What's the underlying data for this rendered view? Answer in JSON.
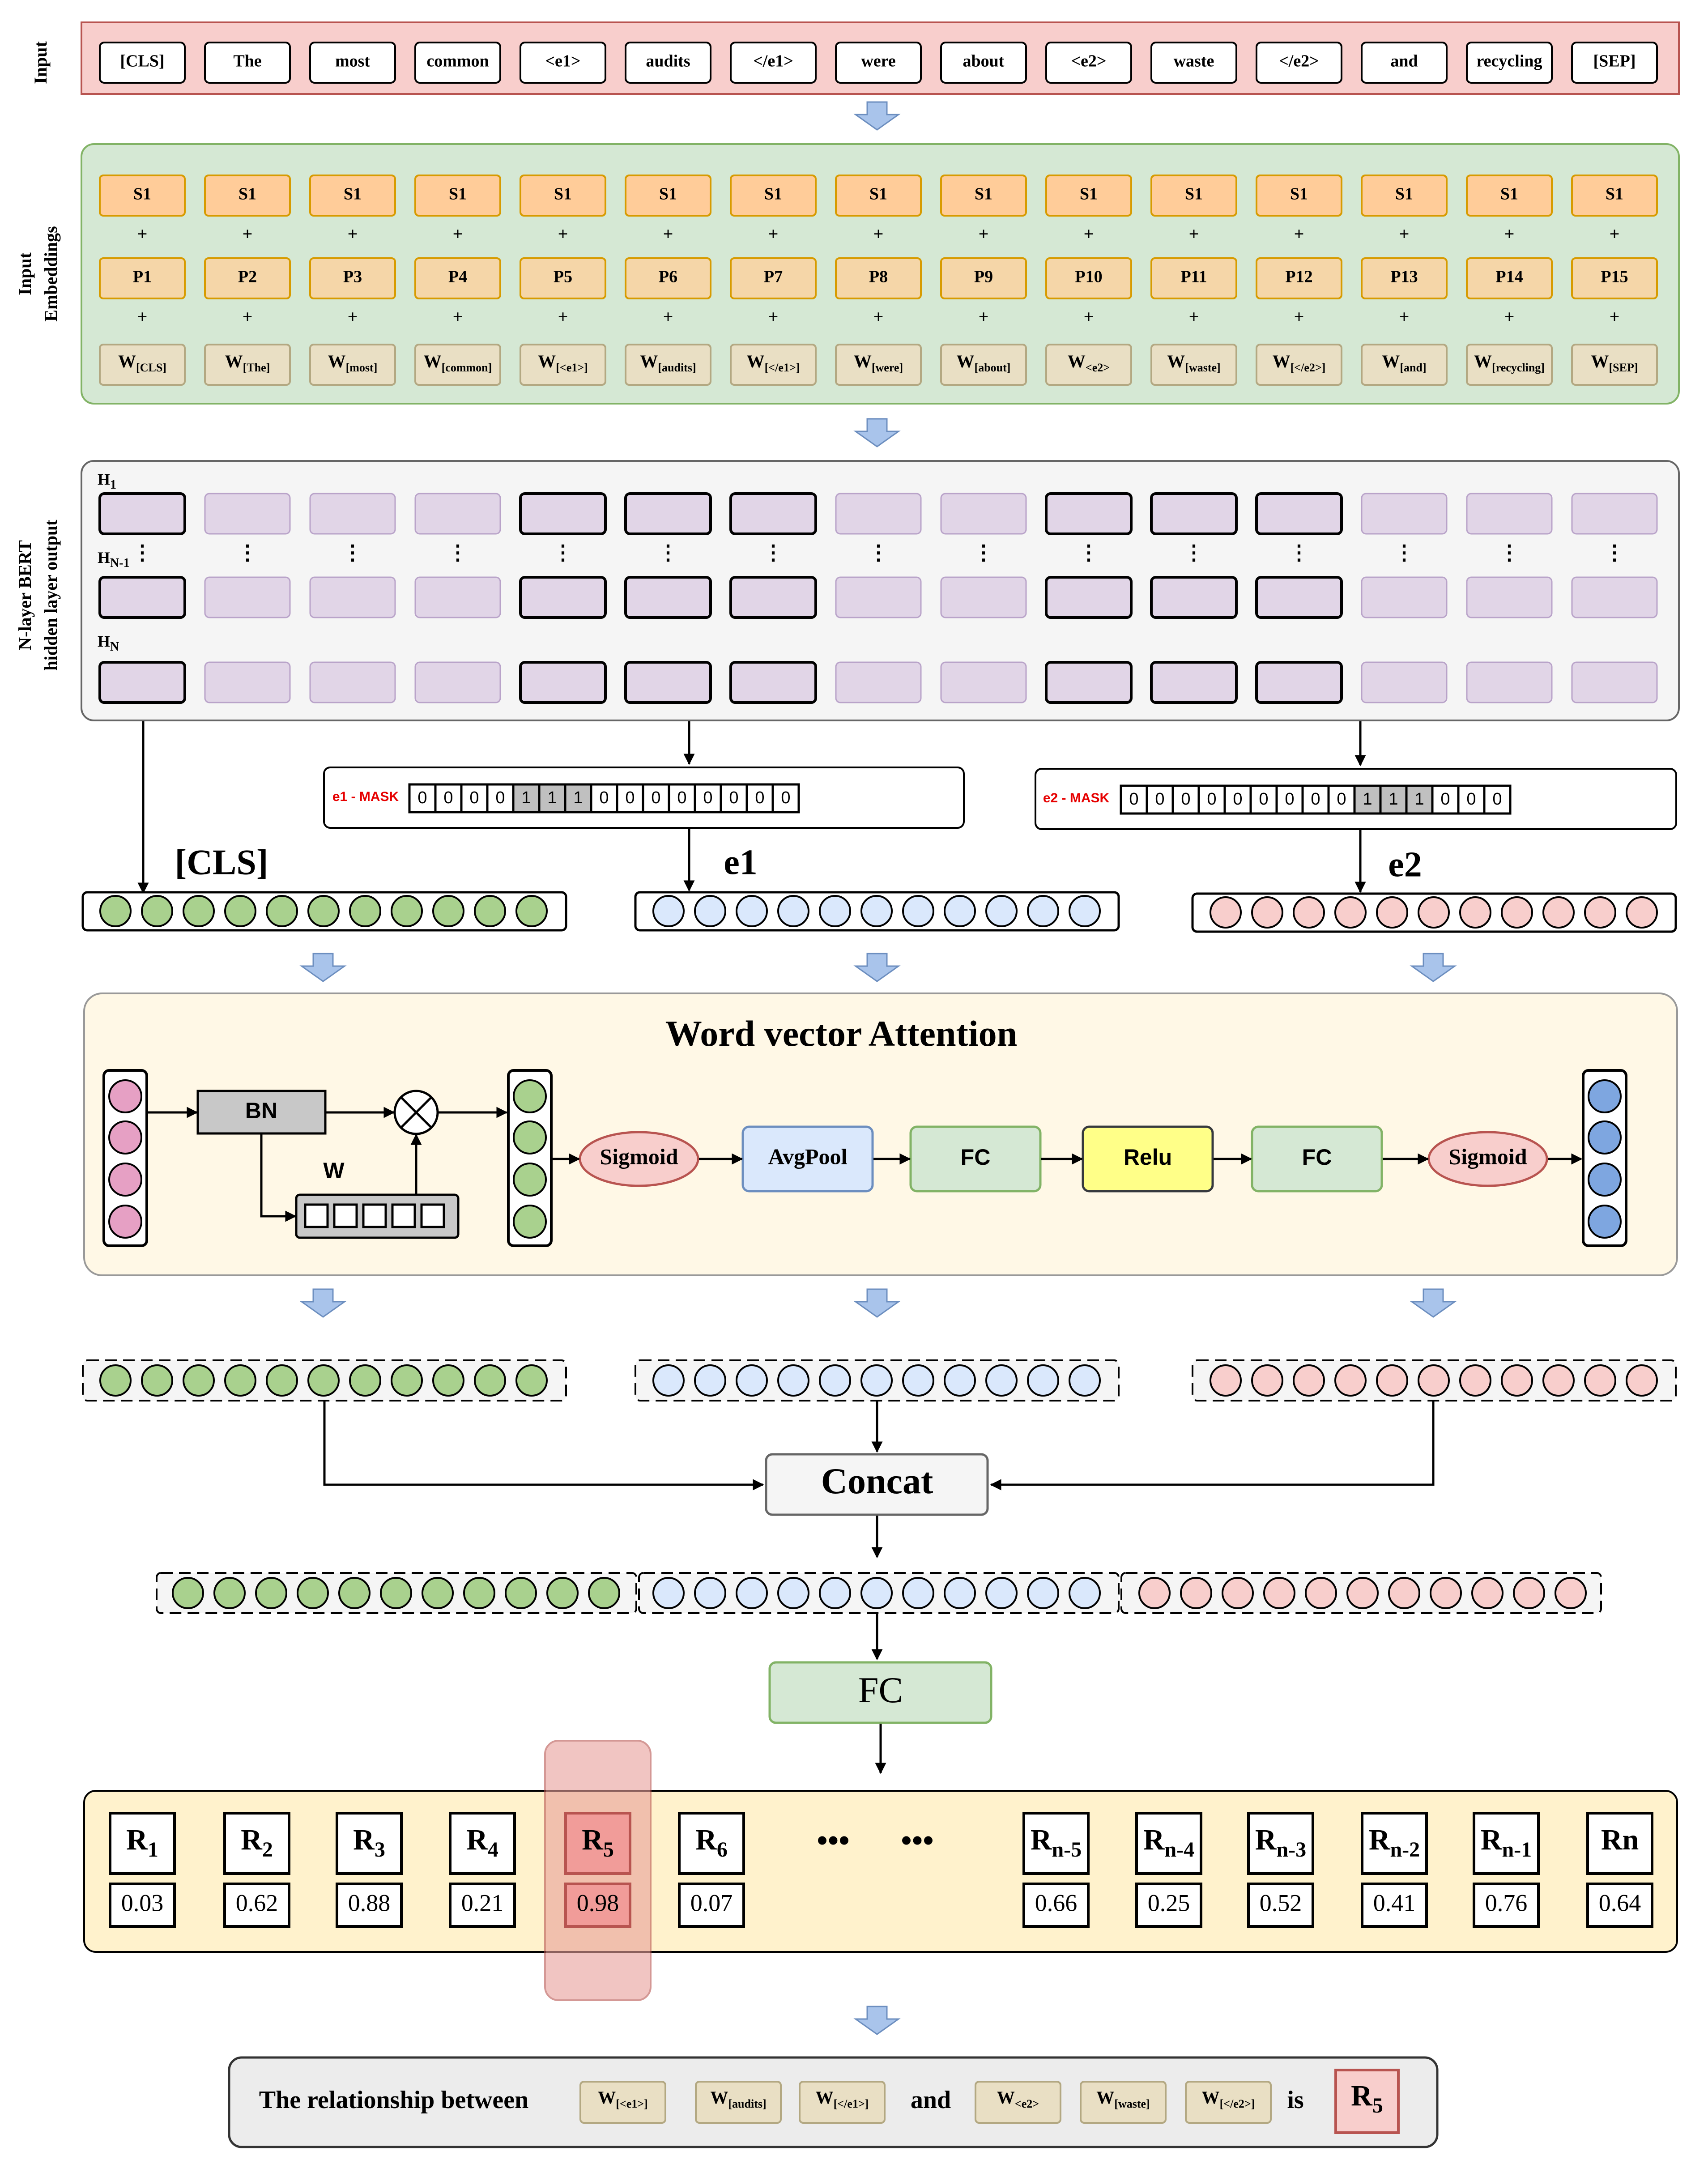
{
  "input": {
    "label": "Input",
    "tokens": [
      "[CLS]",
      "The",
      "most",
      "common",
      "<e1>",
      "audits",
      "</e1>",
      "were",
      "about",
      "<e2>",
      "waste",
      "</e2>",
      "and",
      "recycling",
      "[SEP]"
    ]
  },
  "embeddings": {
    "label_line1": "Input",
    "label_line2": "Embeddings",
    "segment": [
      "S1",
      "S1",
      "S1",
      "S1",
      "S1",
      "S1",
      "S1",
      "S1",
      "S1",
      "S1",
      "S1",
      "S1",
      "S1",
      "S1",
      "S1"
    ],
    "position": [
      "P1",
      "P2",
      "P3",
      "P4",
      "P5",
      "P6",
      "P7",
      "P8",
      "P9",
      "P10",
      "P11",
      "P12",
      "P13",
      "P14",
      "P15"
    ],
    "plus": "+",
    "word_prefix": "W",
    "word_subscripts": [
      "[CLS]",
      "[The]",
      "[most]",
      "[common]",
      "[<e1>]",
      "[audits]",
      "[</e1>]",
      "[were]",
      "[about]",
      "<e2>",
      "[waste]",
      "[</e2>]",
      "[and]",
      "[recycling]",
      "[SEP]"
    ]
  },
  "bert": {
    "label_line1": "N-layer BERT",
    "label_line2": "hidden layer output",
    "rows": [
      {
        "main": "H",
        "sub": "1"
      },
      {
        "main": "H",
        "sub": "N-1"
      },
      {
        "main": "H",
        "sub": "N"
      }
    ],
    "dots": "⋮",
    "highlighted_columns": [
      true,
      false,
      false,
      false,
      true,
      true,
      true,
      false,
      false,
      true,
      true,
      true,
      false,
      false,
      false
    ]
  },
  "masks": {
    "e1": {
      "label": "e1 - MASK",
      "values": [
        "0",
        "0",
        "0",
        "0",
        "1",
        "1",
        "1",
        "0",
        "0",
        "0",
        "0",
        "0",
        "0",
        "0",
        "0"
      ]
    },
    "e2": {
      "label": "e2 - MASK",
      "values": [
        "0",
        "0",
        "0",
        "0",
        "0",
        "0",
        "0",
        "0",
        "0",
        "1",
        "1",
        "1",
        "0",
        "0",
        "0"
      ]
    }
  },
  "vectors": {
    "cls_label": "[CLS]",
    "e1_label": "e1",
    "e2_label": "e2",
    "count": 11
  },
  "attention": {
    "title": "Word vector Attention",
    "bn": "BN",
    "w": "W",
    "blocks": [
      "Sigmoid",
      "AvgPool",
      "FC",
      "Relu",
      "FC",
      "Sigmoid"
    ]
  },
  "concat": {
    "label": "Concat"
  },
  "fc": {
    "label": "FC"
  },
  "relations": {
    "items": [
      {
        "main": "R",
        "sub": "1",
        "value": "0.03",
        "selected": false
      },
      {
        "main": "R",
        "sub": "2",
        "value": "0.62",
        "selected": false
      },
      {
        "main": "R",
        "sub": "3",
        "value": "0.88",
        "selected": false
      },
      {
        "main": "R",
        "sub": "4",
        "value": "0.21",
        "selected": false
      },
      {
        "main": "R",
        "sub": "5",
        "value": "0.98",
        "selected": true
      },
      {
        "main": "R",
        "sub": "6",
        "value": "0.07",
        "selected": false
      },
      {
        "main": "R",
        "sub": "n-5",
        "value": "0.66",
        "selected": false
      },
      {
        "main": "R",
        "sub": "n-4",
        "value": "0.25",
        "selected": false
      },
      {
        "main": "R",
        "sub": "n-3",
        "value": "0.52",
        "selected": false
      },
      {
        "main": "R",
        "sub": "n-2",
        "value": "0.41",
        "selected": false
      },
      {
        "main": "R",
        "sub": "n-1",
        "value": "0.76",
        "selected": false
      },
      {
        "main": "Rn",
        "sub": "",
        "value": "0.64",
        "selected": false
      }
    ],
    "ellipsis": "•••"
  },
  "result": {
    "prefix": "The relationship between",
    "e1_words": [
      "[<e1>]",
      "[audits]",
      "[</e1>]"
    ],
    "and": "and",
    "e2_words": [
      "<e2>",
      "[waste]",
      "[</e2>]"
    ],
    "is": "is",
    "answer_main": "R",
    "answer_sub": "5"
  },
  "colors": {
    "input_bg": "#f8cecc",
    "emb_bg": "#d5e8d4",
    "seg_fill": "#ffcc99",
    "pos_fill": "#f5d6a8",
    "word_fill": "#e9dfc4",
    "purple": "#e1d5e7",
    "green_dot": "#a9d18e",
    "blue_dot": "#dae8fc",
    "red_dot": "#f8cecc",
    "attn_bg": "#fff8e6",
    "rel_bg": "#fff2cc",
    "highlight": "#e8a09a"
  }
}
